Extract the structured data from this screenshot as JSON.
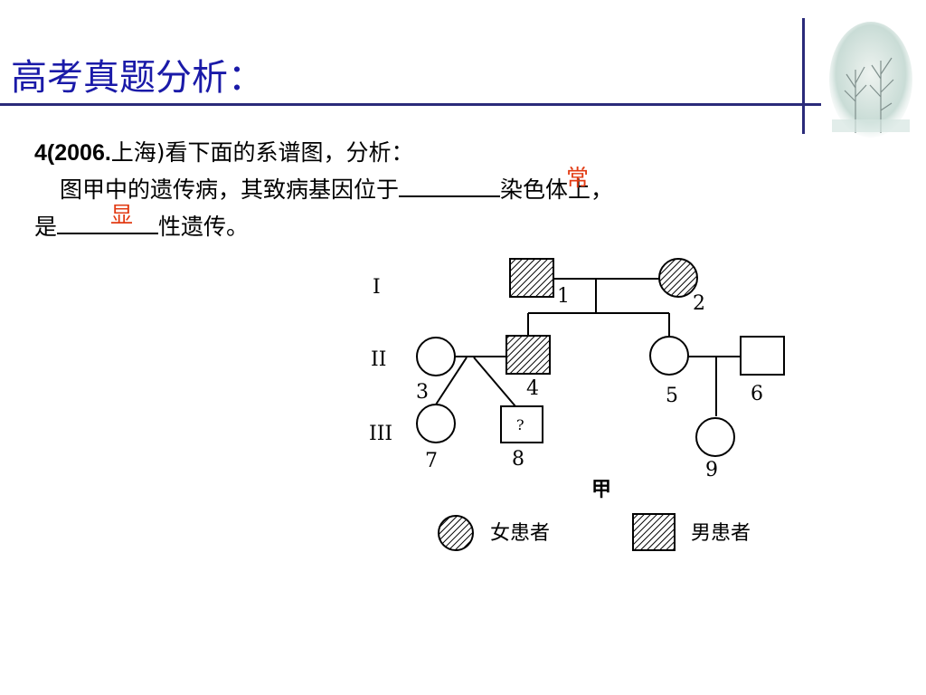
{
  "title": "高考真题分析：",
  "question": {
    "number": "4(2006.",
    "line1_rest": "上海)看下面的系谱图，分析：",
    "line2_start": "图甲中的遗传病，其致病基因位于",
    "line2_end": "染色体上，",
    "line3_start": "是",
    "line3_end": "性遗传。"
  },
  "answers": {
    "chromosome": "常",
    "inheritance": "显"
  },
  "pedigree": {
    "generations": [
      "I",
      "II",
      "III"
    ],
    "individuals": [
      "1",
      "2",
      "3",
      "4",
      "5",
      "6",
      "7",
      "8",
      "9"
    ],
    "unknown_mark": "?",
    "caption": "甲",
    "legend": {
      "female_affected": "女患者",
      "male_affected": "男患者"
    }
  },
  "colors": {
    "title": "#1a1aa8",
    "answer": "#e23a12",
    "rule": "#2b2b7a"
  }
}
